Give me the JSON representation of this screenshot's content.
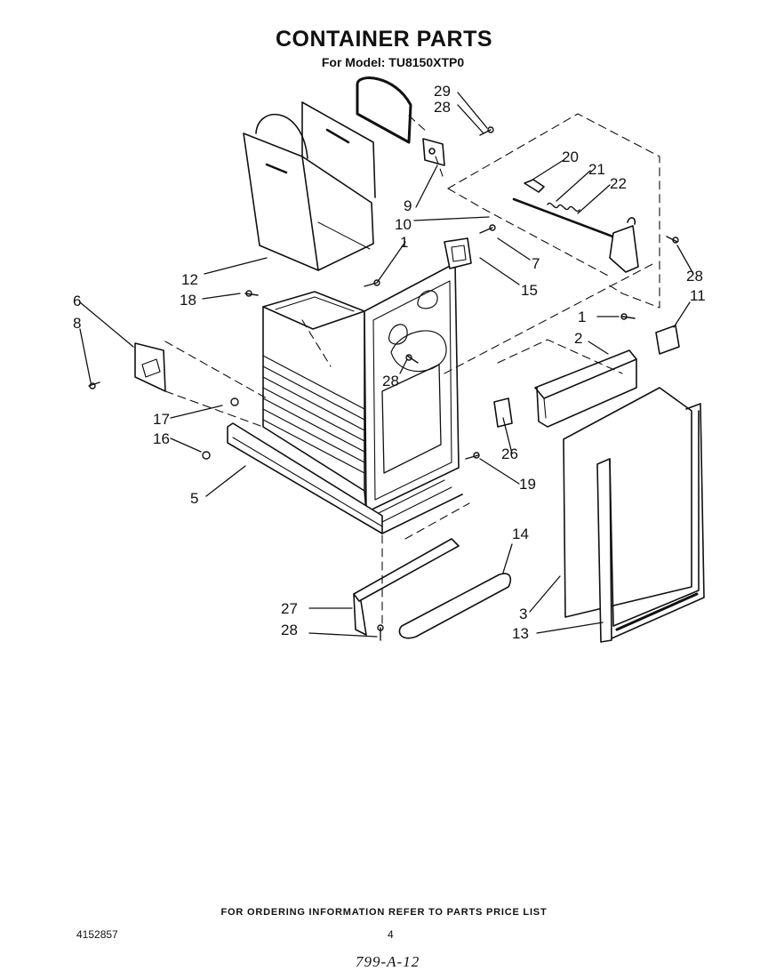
{
  "header": {
    "title": "CONTAINER PARTS",
    "model_line": "For Model: TU8150XTP0"
  },
  "callouts": {
    "c1a": "1",
    "c1b": "1",
    "c2": "2",
    "c3": "3",
    "c5": "5",
    "c6": "6",
    "c7": "7",
    "c8": "8",
    "c9": "9",
    "c10": "10",
    "c11": "11",
    "c12": "12",
    "c13": "13",
    "c14": "14",
    "c15": "15",
    "c16": "16",
    "c17": "17",
    "c18": "18",
    "c19": "19",
    "c20": "20",
    "c21": "21",
    "c22": "22",
    "c26": "26",
    "c27": "27",
    "c28a": "28",
    "c28b": "28",
    "c28c": "28",
    "c28d": "28",
    "c29": "29"
  },
  "footer": {
    "ordering_note": "FOR ORDERING INFORMATION REFER TO PARTS PRICE LIST",
    "document_number": "4152857",
    "page_number": "4",
    "handwritten_code": "799-A-12"
  }
}
